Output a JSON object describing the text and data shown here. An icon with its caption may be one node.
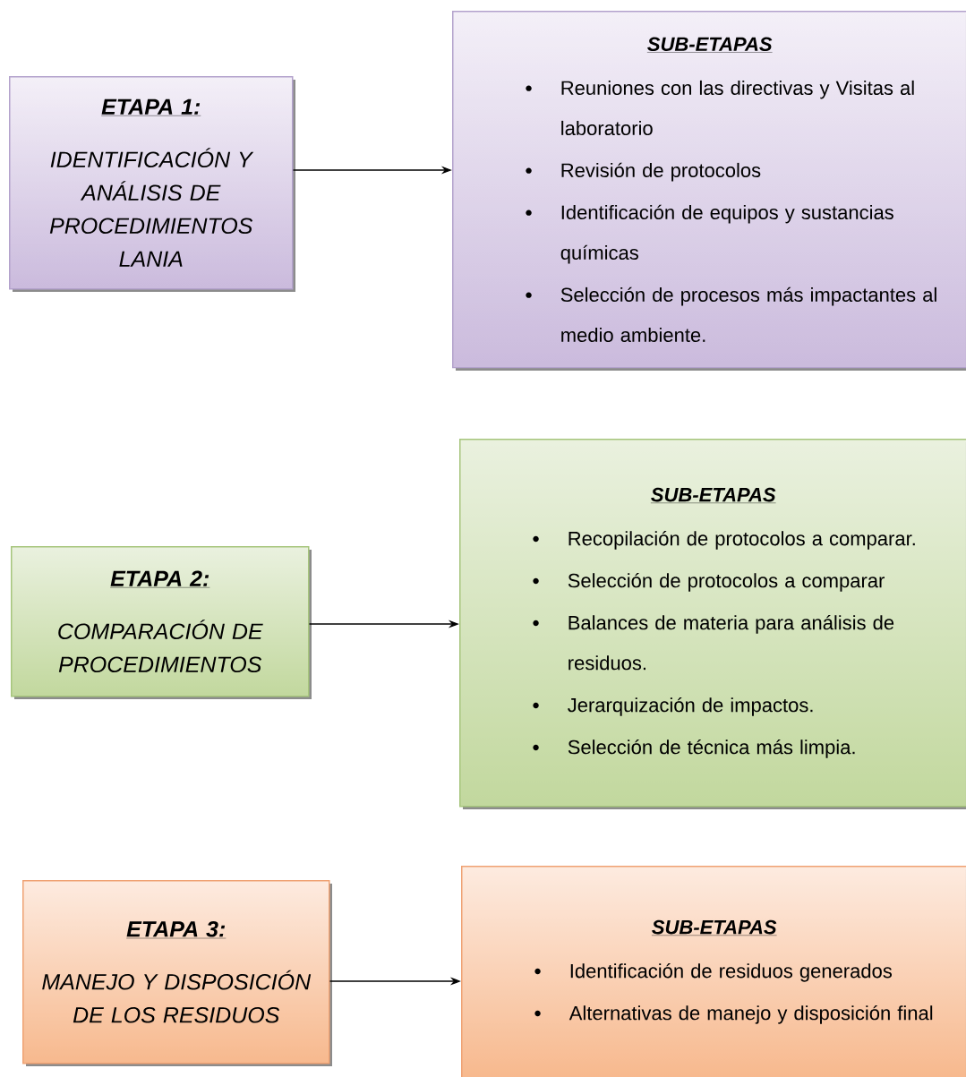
{
  "diagram": {
    "nodes": [
      {
        "text": [
          "ETAPA 1:",
          "IDENTIFICACIÓN Y ANÁLISIS DE PROCEDIMIENTOS LANIA"
        ]
      },
      {
        "text": [
          "SUB-ETAPAS",
          "Reuniones con las directivas y Visitas al laboratorio",
          "Revisión de protocolos",
          "Identificación de equipos y sustancias químicas",
          "Selección de procesos más impactantes  al medio ambiente."
        ]
      },
      {
        "text": [
          "ETAPA 2:",
          "COMPARACIÓN DE PROCEDIMIENTOS"
        ]
      },
      {
        "text": [
          "SUB-ETAPAS",
          "Recopilación de protocolos a comparar.",
          "Selección de protocolos a comparar",
          "Balances de materia para análisis de residuos.",
          "Jerarquización de impactos.",
          "Selección de técnica más limpia."
        ]
      },
      {
        "text": [
          "ETAPA 3:",
          "MANEJO Y DISPOSICIÓN DE LOS RESIDUOS"
        ]
      },
      {
        "text": [
          "SUB-ETAPAS",
          "Identificación de residuos generados",
          "Alternativas de  manejo y disposición final"
        ]
      }
    ],
    "edges": [
      {
        "from": 0,
        "to": 1,
        "arrow": "to"
      },
      {
        "from": 2,
        "to": 3,
        "arrow": "to"
      },
      {
        "from": 4,
        "to": 5,
        "arrow": "to"
      }
    ]
  }
}
